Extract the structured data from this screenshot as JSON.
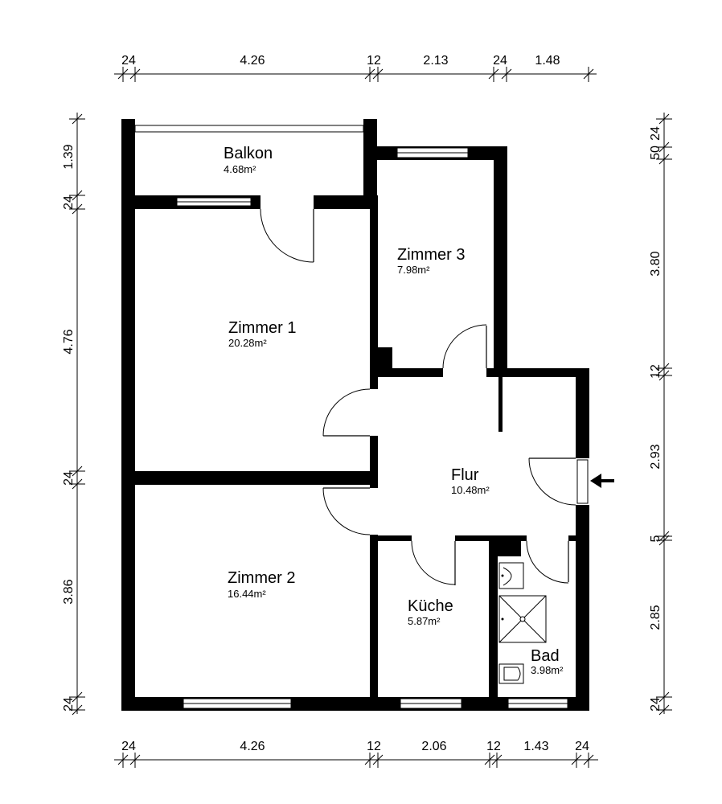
{
  "dimensions": {
    "top": [
      "24",
      "4.26",
      "12",
      "2.13",
      "24",
      "1.48"
    ],
    "bottom": [
      "24",
      "4.26",
      "12",
      "2.06",
      "12",
      "1.43",
      "24"
    ],
    "left": [
      "1.39",
      "24",
      "4.76",
      "24",
      "3.86",
      "24"
    ],
    "right": [
      "24",
      "50",
      "3.80",
      "12",
      "2.93",
      "5",
      "2.85",
      "24"
    ]
  },
  "rooms": {
    "balkon": {
      "name": "Balkon",
      "area": "4.68m²"
    },
    "zimmer1": {
      "name": "Zimmer 1",
      "area": "20.28m²"
    },
    "zimmer2": {
      "name": "Zimmer 2",
      "area": "16.44m²"
    },
    "zimmer3": {
      "name": "Zimmer 3",
      "area": "7.98m²"
    },
    "flur": {
      "name": "Flur",
      "area": "10.48m²"
    },
    "kueche": {
      "name": "Küche",
      "area": "5.87m²"
    },
    "bad": {
      "name": "Bad",
      "area": "3.98m²"
    }
  }
}
